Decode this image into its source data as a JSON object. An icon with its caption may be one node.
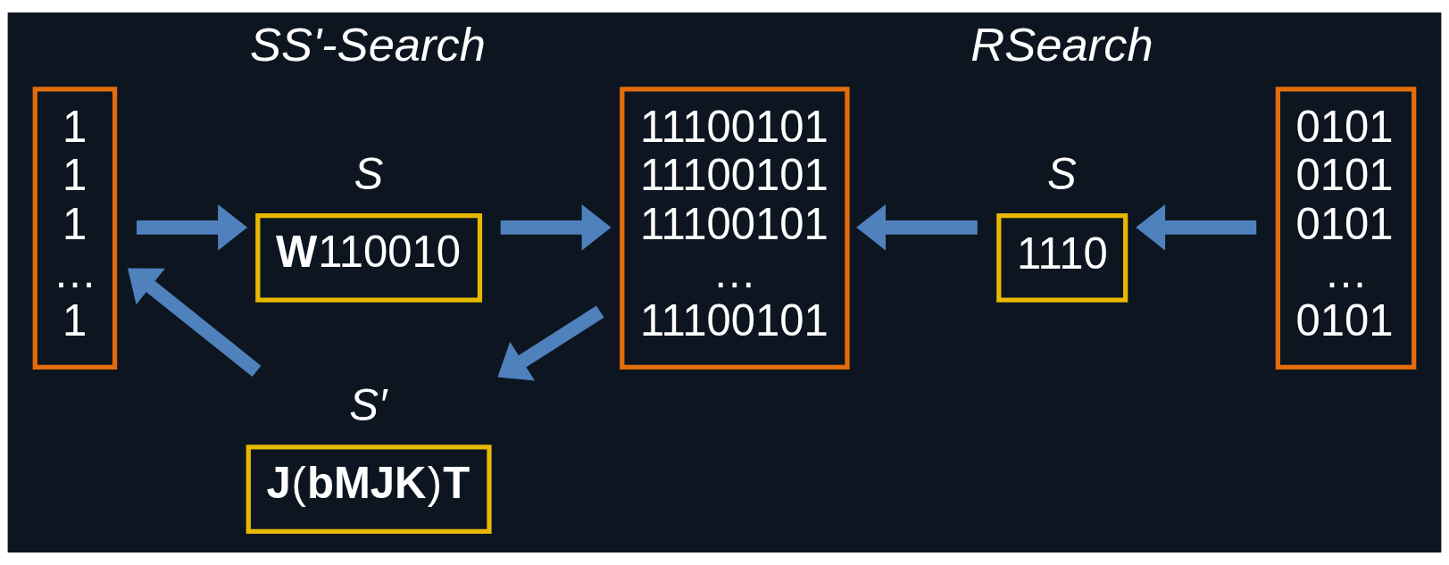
{
  "diagram": {
    "nodes": [
      {
        "text": [
          "1",
          "1",
          "1",
          "…",
          "1"
        ]
      },
      {
        "text": [
          "**W**110010"
        ],
        "beside": [
          "S"
        ]
      },
      {
        "text": [
          "11100101",
          "11100101",
          "11100101",
          "…",
          "11100101"
        ]
      },
      {
        "text": [
          "1110"
        ],
        "beside": [
          "S"
        ]
      },
      {
        "text": [
          "0101",
          "0101",
          "0101",
          "…",
          "0101"
        ]
      },
      {
        "text": [
          "**J**(**bMJK**)**T**"
        ],
        "beside": [
          "S′"
        ]
      }
    ],
    "edges": [
      {
        "from": 0,
        "to": 1,
        "arrow": "to"
      },
      {
        "from": 1,
        "to": 2,
        "arrow": "to"
      },
      {
        "from": 3,
        "to": 2,
        "arrow": "to"
      },
      {
        "from": 4,
        "to": 3,
        "arrow": "to"
      },
      {
        "from": 2,
        "to": 5,
        "arrow": "to"
      },
      {
        "from": 5,
        "to": 0,
        "arrow": "to"
      }
    ],
    "labels": [
      "SS'-Search",
      "RSearch"
    ]
  }
}
